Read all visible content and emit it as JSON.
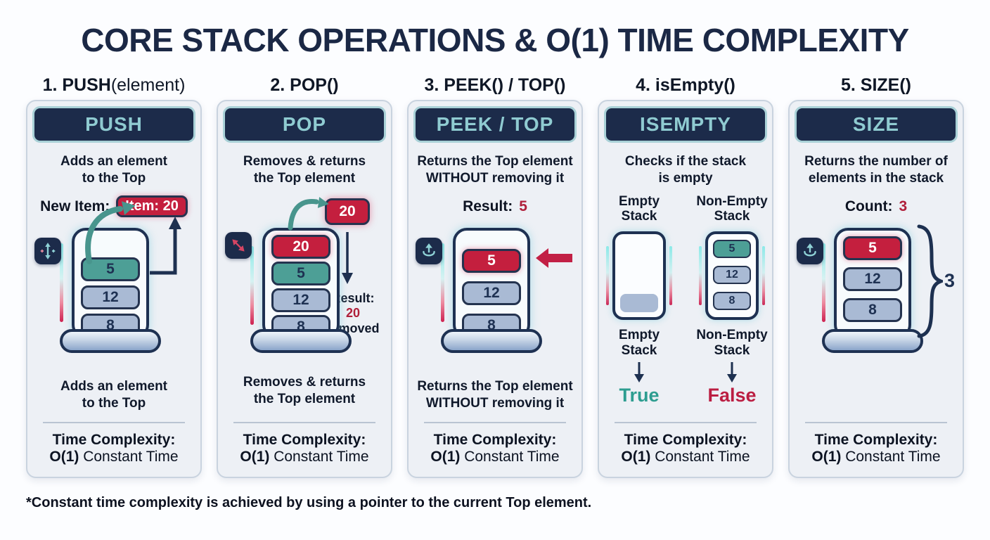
{
  "title": "CORE STACK OPERATIONS & O(1) TIME COMPLEXITY",
  "footnote": "*Constant time complexity is achieved by using a pointer to the current Top element.",
  "time_complexity": {
    "label": "Time Complexity:",
    "big_o": "O(1)",
    "rest": " Constant Time"
  },
  "colors": {
    "navy": "#1c2b4a",
    "header_text": "#8fcbd1",
    "card_bg": "#edf0f5",
    "teal_item": "#4d9f96",
    "blue_item": "#a9bad4",
    "red_item": "#c41f3e",
    "accent_red": "#b01f3a",
    "true_teal": "#2d9d90",
    "false_red": "#bb1e42"
  },
  "cards": [
    {
      "title_main": "1. PUSH",
      "title_args": "(element)",
      "header": "PUSH",
      "icon": "move-vertical-icon",
      "desc_line1": "Adds an element",
      "desc_line2": "to the Top",
      "annotation_label": "New Item:",
      "annotation_badge": "Item: 20",
      "stack": [
        {
          "value": "5"
        },
        {
          "value": "12"
        },
        {
          "value": "8"
        }
      ]
    },
    {
      "title_main": "2. POP()",
      "title_args": "",
      "header": "POP",
      "icon": "resize-diagonal-icon",
      "desc_line1": "Removes & returns",
      "desc_line2": "the Top element",
      "popped_value": "20",
      "result_label": "Result:",
      "result_value": "20",
      "result_suffix": "removed",
      "stack": [
        {
          "value": "20"
        },
        {
          "value": "5"
        },
        {
          "value": "12"
        },
        {
          "value": "8"
        }
      ]
    },
    {
      "title_main": "3. PEEK() / TOP()",
      "title_args": "",
      "header": "PEEK / TOP",
      "icon": "upload-icon",
      "desc_line1": "Returns the Top element",
      "desc_bold": "WITHOUT",
      "desc_rest": " removing it",
      "result_label": "Result:",
      "result_value": "5",
      "stack": [
        {
          "value": "5"
        },
        {
          "value": "12"
        },
        {
          "value": "8"
        }
      ]
    },
    {
      "title_main": "4. isEmpty()",
      "title_args": "",
      "header": "ISEMPTY",
      "desc_line1": "Checks if the stack",
      "desc_line2": "is empty",
      "empty_label_line1": "Empty",
      "empty_label_line2": "Stack",
      "nonempty_label_line1": "Non-Empty",
      "nonempty_label_line2": "Stack",
      "empty_result": "True",
      "nonempty_result": "False",
      "stack": [
        {
          "value": "5"
        },
        {
          "value": "12"
        },
        {
          "value": "8"
        }
      ]
    },
    {
      "title_main": "5. SIZE()",
      "title_args": "",
      "header": "SIZE",
      "icon": "upload-icon",
      "desc_line1": "Returns the number of",
      "desc_line2": "elements in the stack",
      "count_label": "Count:",
      "count_value": "3",
      "brace_count": "3",
      "stack": [
        {
          "value": "5"
        },
        {
          "value": "12"
        },
        {
          "value": "8"
        }
      ]
    }
  ]
}
